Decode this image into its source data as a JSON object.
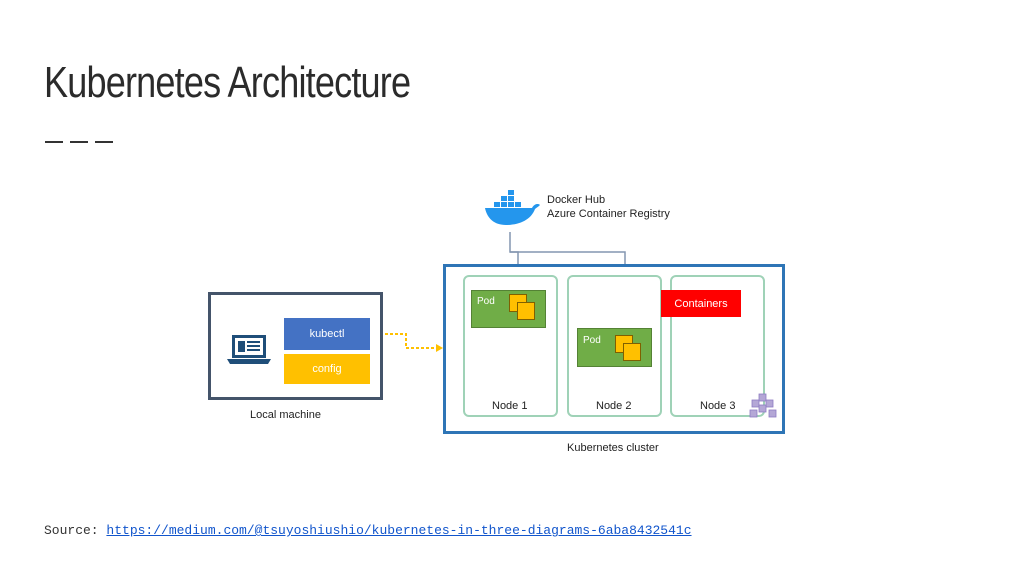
{
  "slide": {
    "title": "Kubernetes Architecture",
    "source_label": "Source:",
    "source_url": "https://medium.com/@tsuyoshiushio/kubernetes-in-three-diagrams-6aba8432541c"
  },
  "diagram": {
    "registry_line1": "Docker Hub",
    "registry_line2": "Azure Container Registry",
    "kubectl_label": "kubectl",
    "config_label": "config",
    "local_machine_label": "Local machine",
    "pod1_label": "Pod",
    "pod2_label": "Pod",
    "containers_label": "Containers",
    "node1_label": "Node 1",
    "node2_label": "Node 2",
    "node3_label": "Node 3",
    "cluster_label": "Kubernetes cluster"
  },
  "colors": {
    "kubectl": "#4472c4",
    "config": "#ffc000",
    "pod": "#70ad47",
    "container": "#ffc000",
    "containers_callout": "#ff0000",
    "cluster_border": "#2e75b6",
    "node_border": "#9fd2b7",
    "docker_blue": "#2496ed"
  },
  "icons": [
    "docker-whale-icon",
    "laptop-icon",
    "kubernetes-cubes-icon"
  ]
}
